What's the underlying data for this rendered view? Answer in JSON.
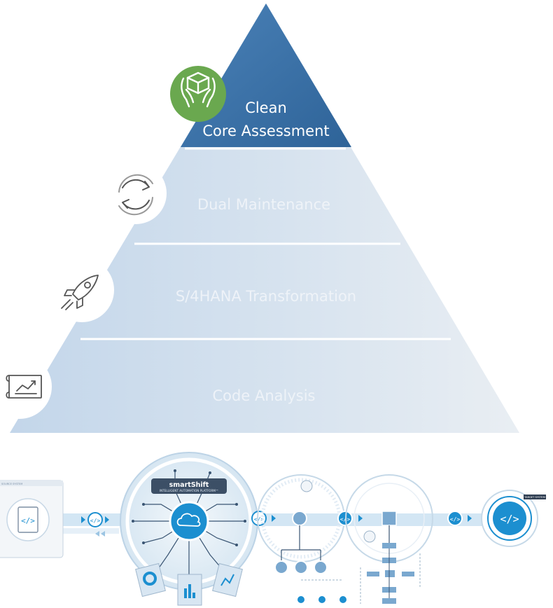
{
  "pyramid": {
    "tiers": [
      {
        "label_lines": [
          "Clean",
          "Core Assessment"
        ],
        "icon": "hands-holding-box-icon"
      },
      {
        "label_lines": [
          "Dual Maintenance"
        ],
        "icon": "refresh-arrows-icon"
      },
      {
        "label_lines": [
          "S/4HANA Transformation"
        ],
        "icon": "rocket-icon"
      },
      {
        "label_lines": [
          "Code Analysis"
        ],
        "icon": "chart-scroll-icon"
      }
    ]
  },
  "platform": {
    "name": "smartShift",
    "subtitle": "INTELLIGENT AUTOMATION PLATFORM™",
    "target_tag": "TARGET SYSTEM",
    "source_tag": "SOURCE SYSTEM"
  },
  "colors": {
    "apex_fill": "#3a6fa5",
    "pyramid_base": "#c7d8ea",
    "pyramid_light": "#e5ebf1",
    "green_badge": "#6aa84f",
    "flow_blue": "#1c8fd0",
    "flow_light": "#cfe4f3"
  }
}
